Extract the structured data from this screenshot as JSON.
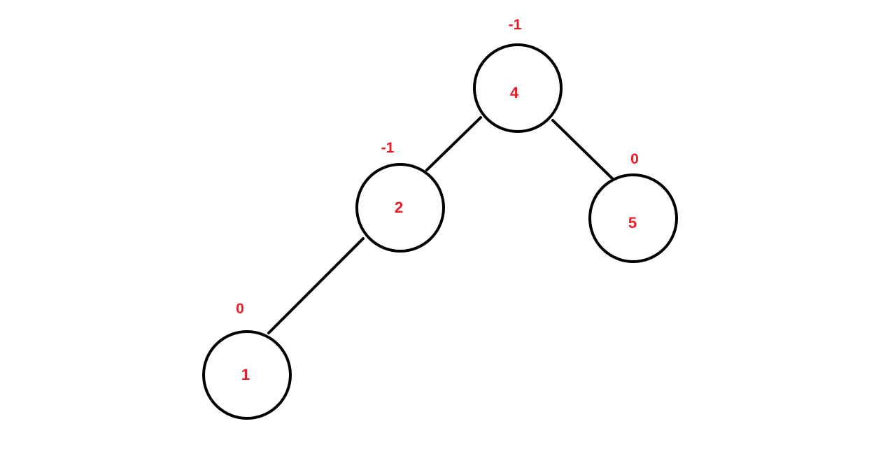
{
  "colors": {
    "background": "#ffffff",
    "stroke": "#000000",
    "label": "#ed1c24"
  },
  "tree": {
    "nodes": [
      {
        "id": "n4",
        "value": "4",
        "balance": "-1",
        "parent": null
      },
      {
        "id": "n2",
        "value": "2",
        "balance": "-1",
        "parent": "n4"
      },
      {
        "id": "n5",
        "value": "5",
        "balance": "0",
        "parent": "n4"
      },
      {
        "id": "n1",
        "value": "1",
        "balance": "0",
        "parent": "n2"
      }
    ],
    "edges": [
      {
        "from": "n4",
        "to": "n2"
      },
      {
        "from": "n4",
        "to": "n5"
      },
      {
        "from": "n2",
        "to": "n1"
      }
    ]
  }
}
